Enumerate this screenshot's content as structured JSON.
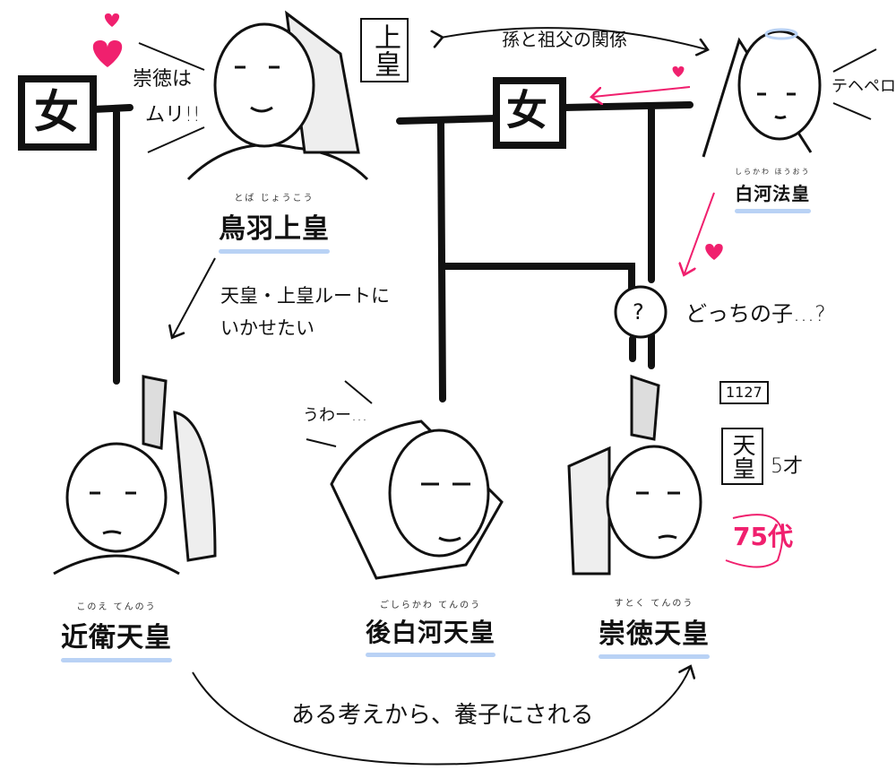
{
  "labels": {
    "woman_mark": "女",
    "toba_speech_line1": "崇徳は",
    "toba_speech_line2": "ムリ!!",
    "toba_title_box": "上皇",
    "relation_note": "孫と祖父の関係",
    "shirakawa_speech": "テヘペロ",
    "route_note_line1": "天皇・上皇ルートに",
    "route_note_line2": "いかせたい",
    "question_mark": "?",
    "whose_child": "どっちの子…?",
    "goshirakawa_speech": "うわー…",
    "year": "1127",
    "sutoku_title_box": "天皇",
    "age": "5才",
    "generation": "75代",
    "adoption_note": "ある考えから、養子にされる"
  },
  "people": {
    "toba": {
      "name": "鳥羽上皇",
      "ruby": "とば じょうこう"
    },
    "shirakawa": {
      "name": "白河法皇",
      "ruby": "しらかわ ほうおう"
    },
    "konoe": {
      "name": "近衛天皇",
      "ruby": "このえ てんのう"
    },
    "goshirakawa": {
      "name": "後白河天皇",
      "ruby": "ごしらかわ てんのう"
    },
    "sutoku": {
      "name": "崇徳天皇",
      "ruby": "すとく てんのう"
    }
  },
  "colors": {
    "ink": "#111111",
    "accent_pink": "#f0206e",
    "underline_blue": "#b9d2f5"
  }
}
